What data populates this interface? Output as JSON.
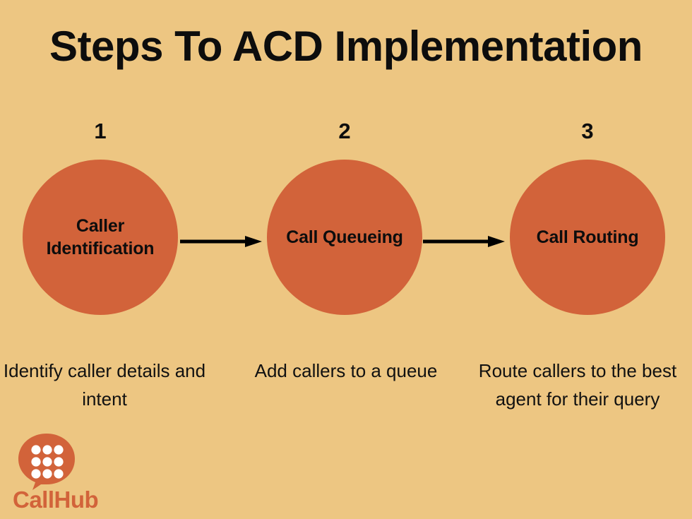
{
  "page": {
    "title": "Steps To ACD Implementation",
    "background_color": "#edc682",
    "accent_color": "#d2633a",
    "text_color": "#0d0d0d"
  },
  "steps": [
    {
      "number": "1",
      "circle_label": "Caller Identification",
      "caption": "Identify caller details and intent"
    },
    {
      "number": "2",
      "circle_label": "Call Queueing",
      "caption": "Add callers to a queue"
    },
    {
      "number": "3",
      "circle_label": "Call Routing",
      "caption": "Route callers to the best agent for their query"
    }
  ],
  "connectors": [
    {
      "name": "arrow-step-1-to-2",
      "direction": "right"
    },
    {
      "name": "arrow-step-2-to-3",
      "direction": "right"
    }
  ],
  "logo": {
    "wordmark": "CallHub",
    "mark_icon": "speech-bubble-dialpad-icon",
    "mark_color": "#d2633a",
    "dot_color": "#ffffff",
    "dot_rows": 3,
    "dot_columns": 3
  }
}
